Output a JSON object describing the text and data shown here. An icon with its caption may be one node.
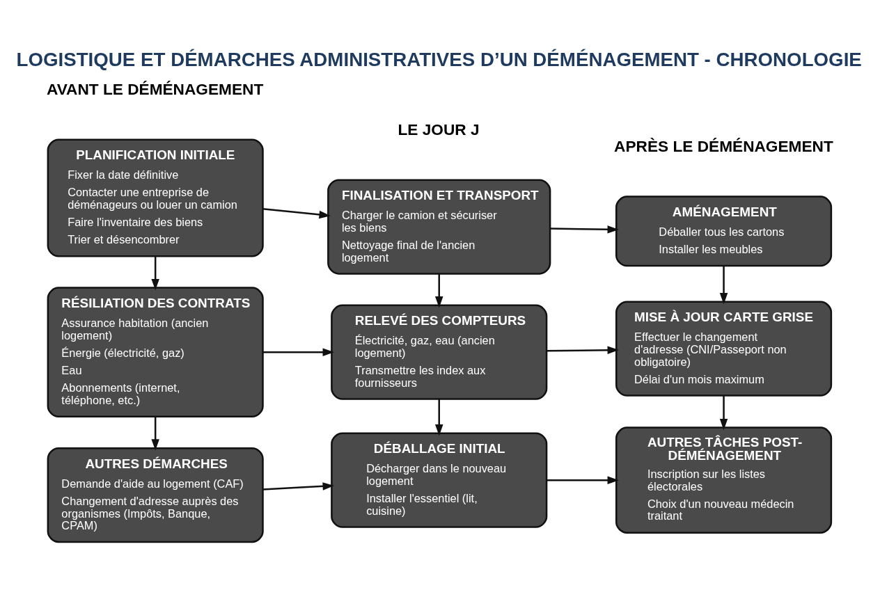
{
  "diagram": {
    "title": "LOGISTIQUE ET DÉMARCHES ADMINISTRATIVES D’UN DÉMÉNAGEMENT - CHRONOLOGIE",
    "nodes": [
      {
        "text": [
          "PLANIFICATION INITIALE",
          "Fixer la date définitive",
          "Contacter une entreprise de déménageurs ou louer un camion",
          "Faire l'inventaire des biens",
          "Trier et désencombrer"
        ]
      },
      {
        "text": [
          "FINALISATION ET TRANSPORT",
          "Charger le camion et sécuriser les biens",
          "Nettoyage final de l'ancien logement"
        ]
      },
      {
        "text": [
          "AMÉNAGEMENT",
          "Déballer tous les cartons",
          "Installer les meubles"
        ]
      },
      {
        "text": [
          "RÉSILIATION DES CONTRATS",
          "Assurance habitation (ancien logement)",
          "Énergie (électricité, gaz)",
          "Eau",
          "Abonnements (internet, téléphone, etc.)"
        ]
      },
      {
        "text": [
          "RELEVÉ DES COMPTEURS",
          "Électricité, gaz, eau (ancien logement)",
          "Transmettre les index aux fournisseurs"
        ]
      },
      {
        "text": [
          "MISE À JOUR CARTE GRISE",
          "Effectuer le changement d'adresse (CNI/Passeport non obligatoire)",
          "Délai d'un mois maximum"
        ]
      },
      {
        "text": [
          "AUTRES DÉMARCHES",
          "Demande d'aide au logement (CAF)",
          "Changement d'adresse auprès des organismes (Impôts, Banque, CPAM)"
        ]
      },
      {
        "text": [
          "DÉBALLAGE INITIAL",
          "Décharger dans le nouveau logement",
          "Installer l'essentiel (lit, cuisine)"
        ]
      },
      {
        "text": [
          "AUTRES TÂCHES POST-DÉMÉNAGEMENT",
          "Inscription sur les listes électorales",
          "Choix d'un nouveau médecin traitant"
        ]
      }
    ],
    "edges": [
      {
        "from": 0,
        "to": 1,
        "arrow": "to"
      },
      {
        "from": 1,
        "to": 2,
        "arrow": "to"
      },
      {
        "from": 0,
        "to": 3,
        "arrow": "to"
      },
      {
        "from": 1,
        "to": 4,
        "arrow": "to"
      },
      {
        "from": 2,
        "to": 5,
        "arrow": "to"
      },
      {
        "from": 3,
        "to": 4,
        "arrow": "to"
      },
      {
        "from": 4,
        "to": 5,
        "arrow": "to"
      },
      {
        "from": 3,
        "to": 6,
        "arrow": "to"
      },
      {
        "from": 4,
        "to": 7,
        "arrow": "to"
      },
      {
        "from": 5,
        "to": 8,
        "arrow": "to"
      },
      {
        "from": 6,
        "to": 7,
        "arrow": "to"
      },
      {
        "from": 7,
        "to": 8,
        "arrow": "to"
      }
    ],
    "labels": [
      "AVANT LE DÉMÉNAGEMENT",
      "LE JOUR J",
      "APRÈS LE DÉMÉNAGEMENT"
    ]
  }
}
